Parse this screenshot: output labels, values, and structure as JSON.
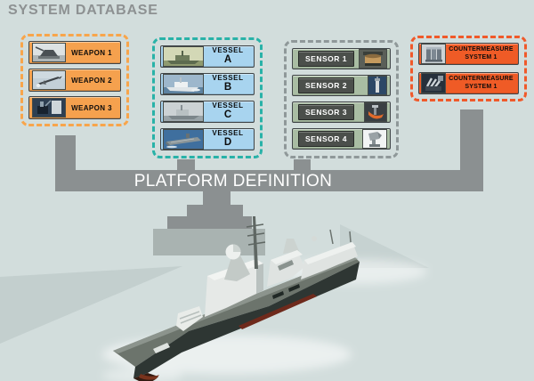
{
  "title": "SYSTEM DATABASE",
  "platform_bar": {
    "label": "PLATFORM DEFINITION"
  },
  "colors": {
    "bg": "#d2dddc",
    "title": "#8d9192",
    "connector": "#8b9091",
    "bar_text": "#ffffff",
    "weapon_fill": "#f5a14e",
    "weapon_dash": "#f8a54b",
    "vessel_fill": "#a8d4ef",
    "vessel_dash": "#29b2a8",
    "sensor_fill": "#a9bda3",
    "sensor_dash": "#8f9899",
    "sensor_chip": "#4b4f4b",
    "cm_fill": "#ef5b26",
    "cm_dash": "#f0592a",
    "item_border": "#3f4447"
  },
  "groups": {
    "weapons": {
      "items": [
        {
          "label": "WEAPON 1",
          "photo": "naval-gun-turret-photo"
        },
        {
          "label": "WEAPON 2",
          "photo": "missile-in-flight-photo"
        },
        {
          "label": "WEAPON 3",
          "photo": "deck-launcher-photo"
        }
      ]
    },
    "vessels": {
      "items": [
        {
          "type_label": "VESSEL",
          "letter": "A",
          "photo": "green-frigate-photo"
        },
        {
          "type_label": "VESSEL",
          "letter": "B",
          "photo": "blue-destroyer-photo"
        },
        {
          "type_label": "VESSEL",
          "letter": "C",
          "photo": "patrol-boat-photo"
        },
        {
          "type_label": "VESSEL",
          "letter": "D",
          "photo": "aircraft-carrier-photo"
        }
      ]
    },
    "sensors": {
      "items": [
        {
          "label": "SENSOR 1",
          "photo": "drum-radar-photo"
        },
        {
          "label": "SENSOR 2",
          "photo": "mast-sensor-photo"
        },
        {
          "label": "SENSOR 3",
          "photo": "dish-radar-photo"
        },
        {
          "label": "SENSOR 4",
          "photo": "tracking-antenna-photo"
        }
      ]
    },
    "countermeasures": {
      "items": [
        {
          "line1": "COUNTERMEASURE",
          "line2": "SYSTEM 1",
          "photo": "decoy-launcher-photo"
        },
        {
          "line1": "COUNTERMEASURE",
          "line2": "SYSTEM 1",
          "photo": "chaff-launcher-photo"
        }
      ]
    }
  },
  "ship": {
    "description": "warship-3d-render"
  }
}
